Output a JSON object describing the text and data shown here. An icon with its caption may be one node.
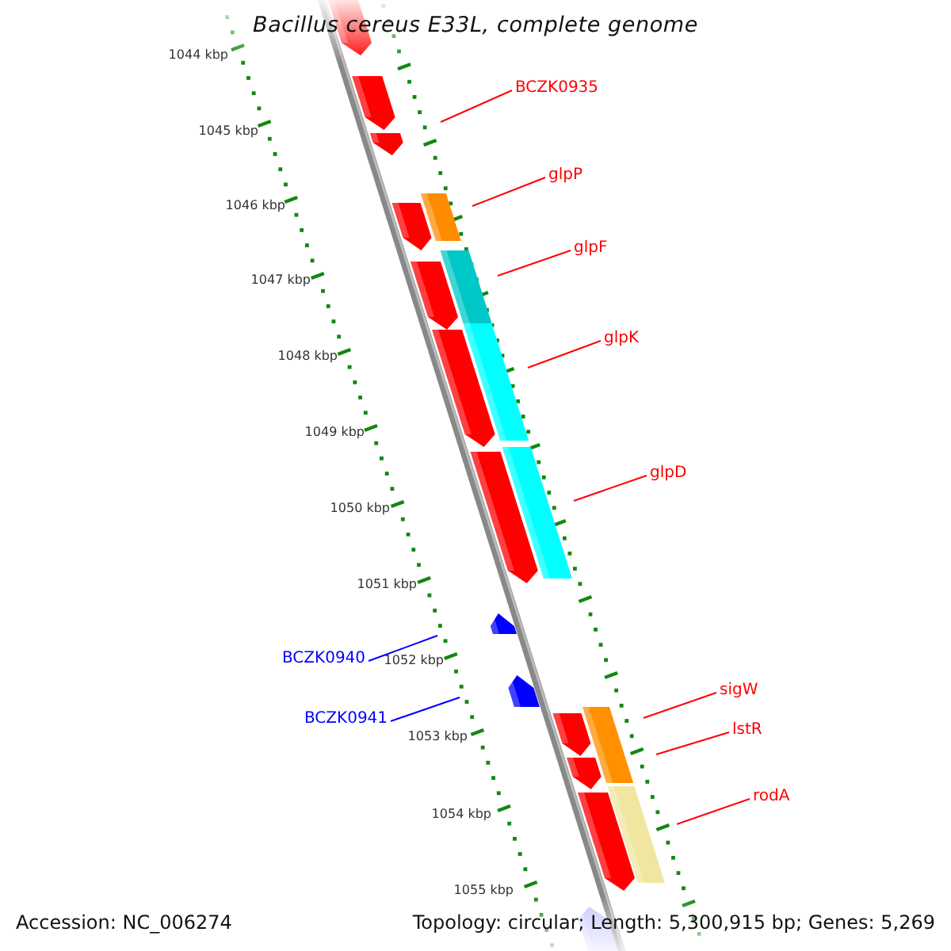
{
  "diagram": {
    "title": "Bacillus cereus E33L, complete genome",
    "nodes": [
      {
        "text": [
          "BCZK0935"
        ]
      },
      {
        "text": [
          "glpP"
        ]
      },
      {
        "text": [
          "glpF"
        ]
      },
      {
        "text": [
          "glpK"
        ]
      },
      {
        "text": [
          "glpD"
        ]
      },
      {
        "text": [
          "BCZK0940"
        ]
      },
      {
        "text": [
          "BCZK0941"
        ]
      },
      {
        "text": [
          "sigW"
        ]
      },
      {
        "text": [
          "lstR"
        ]
      },
      {
        "text": [
          "rodA"
        ]
      }
    ],
    "edges": [
      {
        "from": 0,
        "to": null,
        "arrow": "none"
      },
      {
        "from": 1,
        "to": null,
        "arrow": "none"
      },
      {
        "from": 2,
        "to": null,
        "arrow": "none"
      },
      {
        "from": 3,
        "to": null,
        "arrow": "none"
      },
      {
        "from": 4,
        "to": null,
        "arrow": "none"
      },
      {
        "from": 5,
        "to": null,
        "arrow": "none",
        "color": "#0000ff"
      },
      {
        "from": 6,
        "to": null,
        "arrow": "none",
        "color": "#0000ff"
      },
      {
        "from": 7,
        "to": null,
        "arrow": "none"
      },
      {
        "from": 8,
        "to": null,
        "arrow": "none"
      },
      {
        "from": 9,
        "to": null,
        "arrow": "none"
      }
    ],
    "labels": [
      "1044 kbp",
      "1045 kbp",
      "1046 kbp",
      "1047 kbp",
      "1048 kbp",
      "1049 kbp",
      "1050 kbp",
      "1051 kbp",
      "1052 kbp",
      "1053 kbp",
      "1054 kbp",
      "1055 kbp",
      "Accession: NC_006274",
      "Topology: circular; Length: 5,300,915 bp; Genes: 5,269"
    ]
  }
}
